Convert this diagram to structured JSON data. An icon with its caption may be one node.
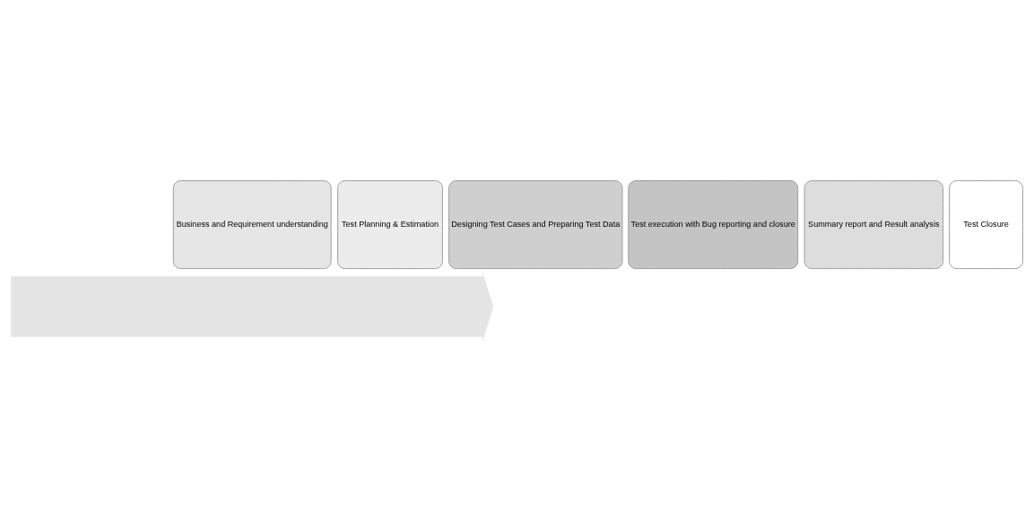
{
  "diagram": {
    "nodes": [
      {
        "text": [],
        "shape": "arrow"
      },
      {
        "text": [
          "Business and Requirement understanding"
        ]
      },
      {
        "text": [
          "Test Planning & Estimation"
        ]
      },
      {
        "text": [
          "Designing Test Cases and Preparing Test Data"
        ]
      },
      {
        "text": [
          "Test execution with Bug reporting and closure"
        ]
      },
      {
        "text": [
          "Summary report and Result analysis"
        ]
      },
      {
        "text": [
          "Test Closure"
        ]
      }
    ],
    "edges": []
  }
}
